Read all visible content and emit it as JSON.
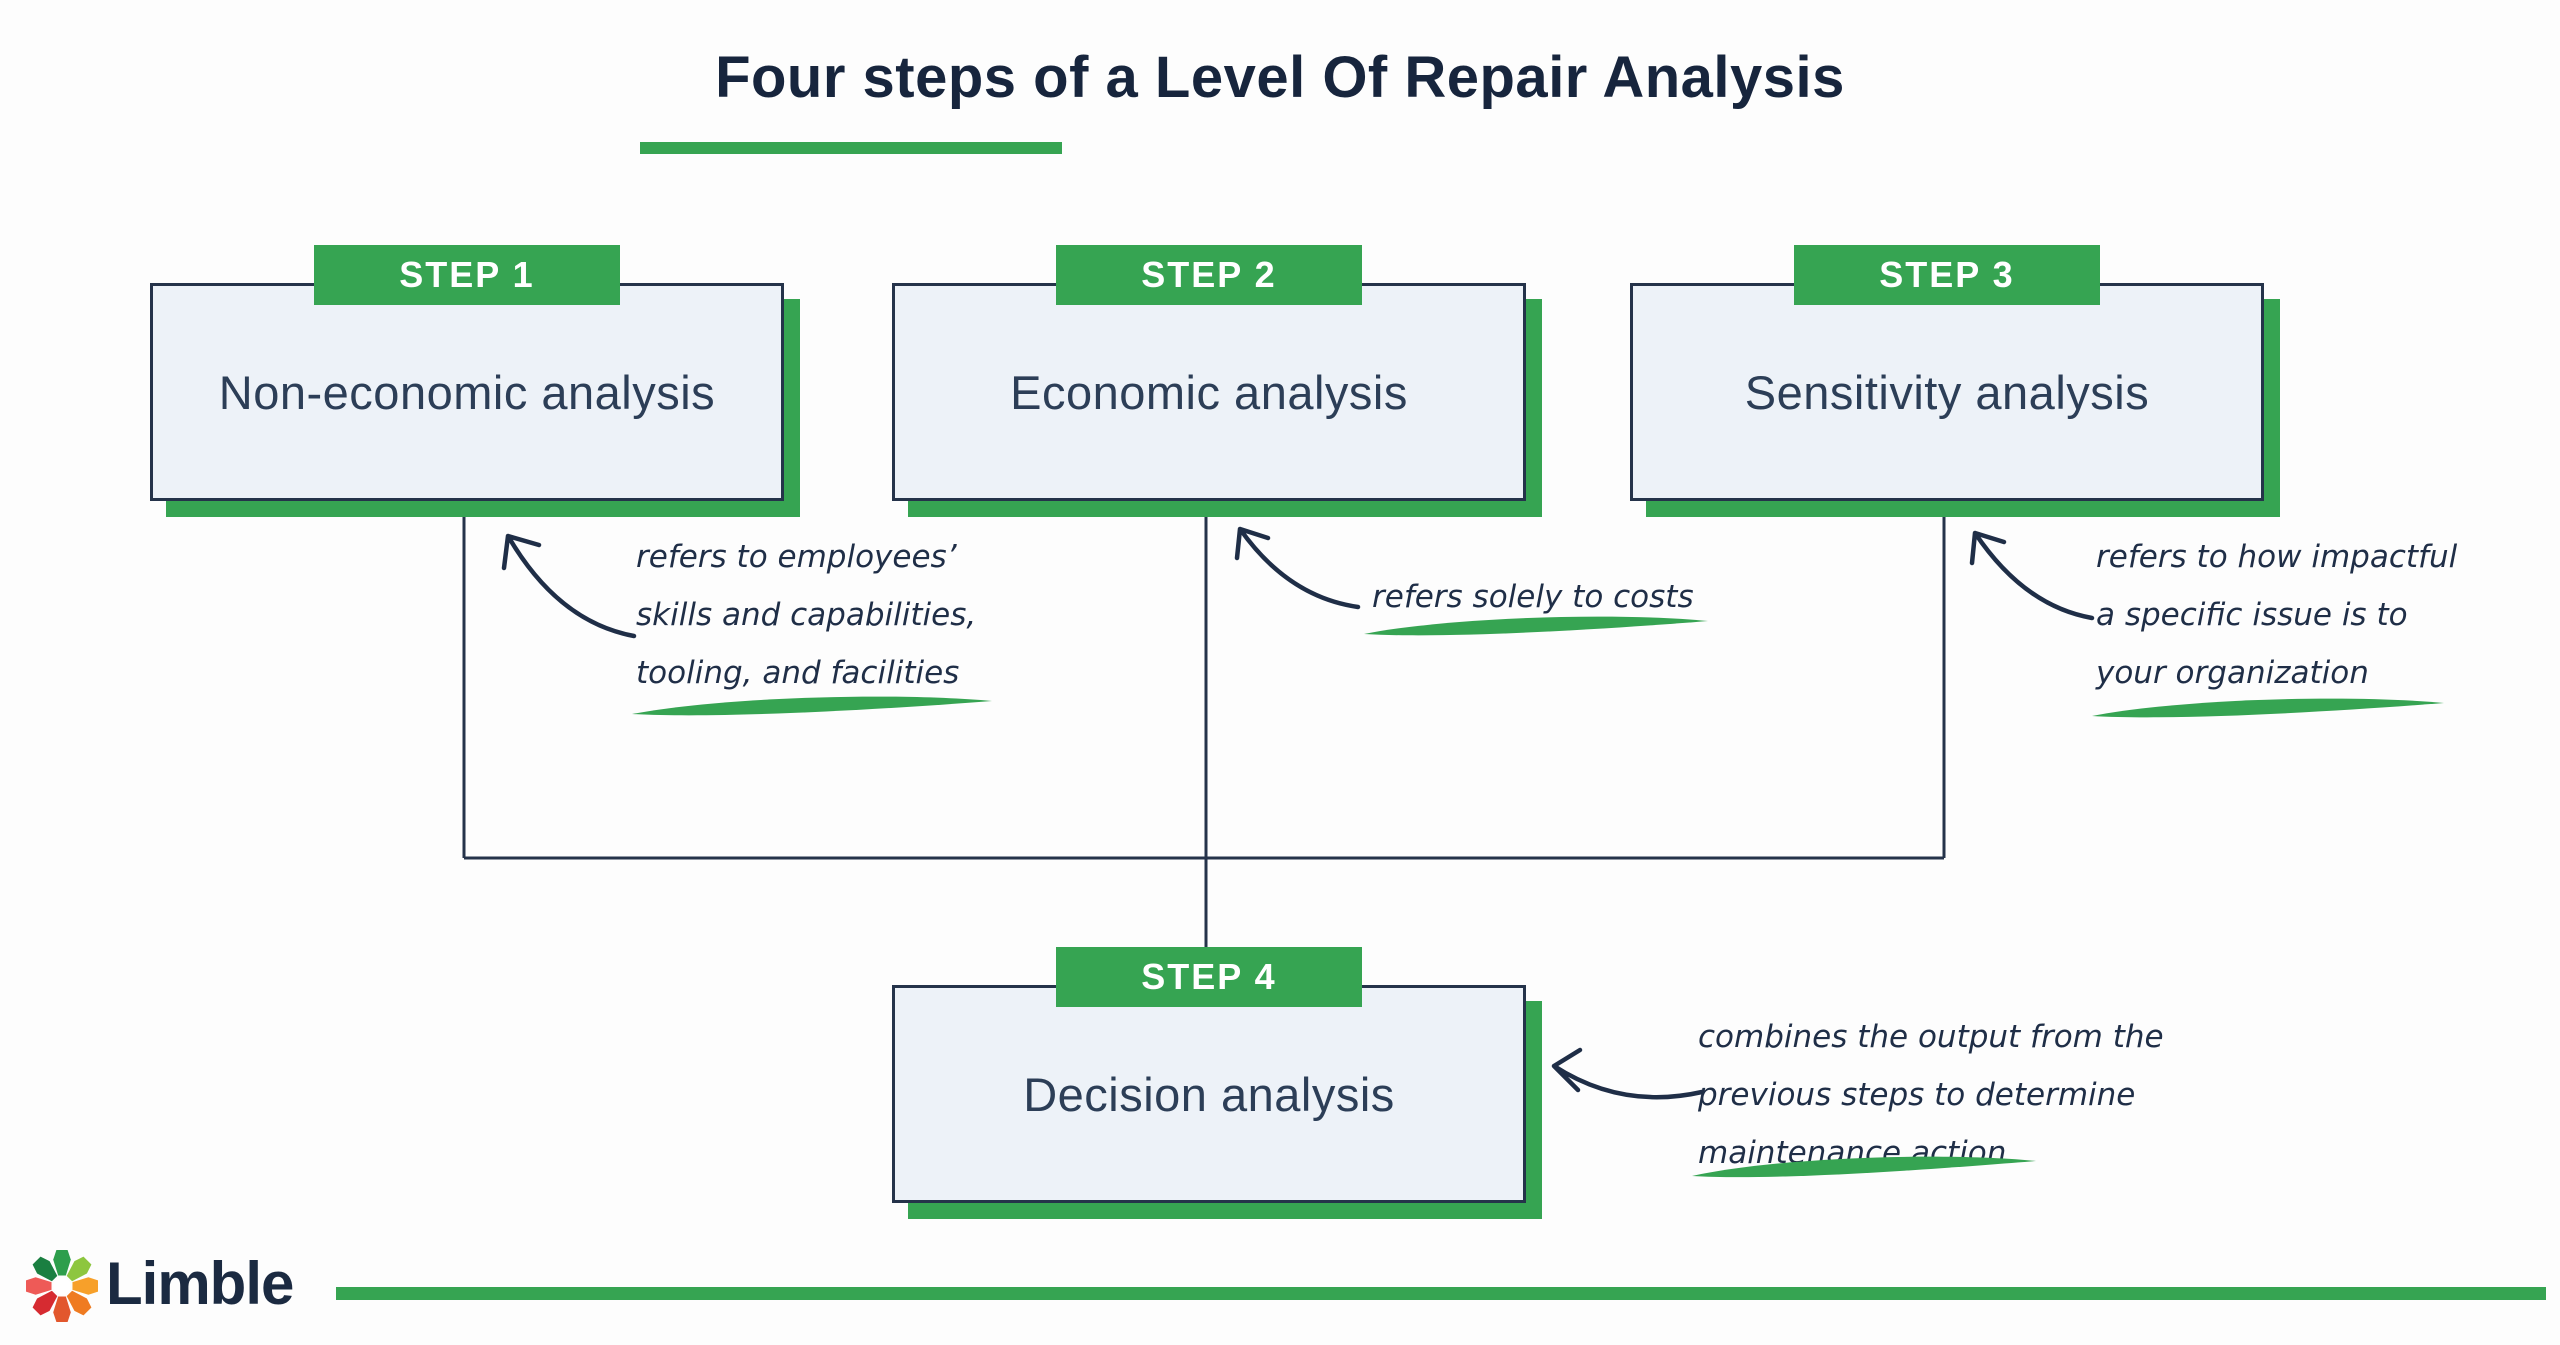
{
  "title": {
    "text": "Four steps of a Level Of Repair Analysis"
  },
  "steps": [
    {
      "tab": "STEP 1",
      "label": "Non-economic analysis",
      "note": {
        "lines": [
          "refers to employees’",
          "skills and capabilities,",
          "tooling, and facilities"
        ],
        "underlined_text": "tooling, and facilities"
      }
    },
    {
      "tab": "STEP 2",
      "label": "Economic analysis",
      "note": {
        "lines": [
          "refers solely to costs"
        ],
        "underlined_text": "refers solely to costs"
      }
    },
    {
      "tab": "STEP 3",
      "label": "Sensitivity analysis",
      "note": {
        "lines": [
          "refers to how impactful",
          "a specific issue is to",
          "your organization"
        ],
        "underlined_text": "your organization"
      }
    },
    {
      "tab": "STEP 4",
      "label": "Decision analysis",
      "note": {
        "lines": [
          "combines the output from the",
          "previous steps to determine",
          "maintenance action"
        ],
        "underlined_text": "maintenance action"
      }
    }
  ],
  "footer": {
    "brand": "Limble"
  },
  "colors": {
    "green": "#36a452",
    "navy": "#1f2e47",
    "title_navy": "#17253d",
    "box_fill": "#edf2f8",
    "box_border": "#25334a",
    "logo_petals": [
      "#2d9e4c",
      "#8dc63f",
      "#f7a02a",
      "#ef7b21",
      "#e2572d",
      "#d62b31",
      "#ee5a57",
      "#1a7f41"
    ]
  }
}
